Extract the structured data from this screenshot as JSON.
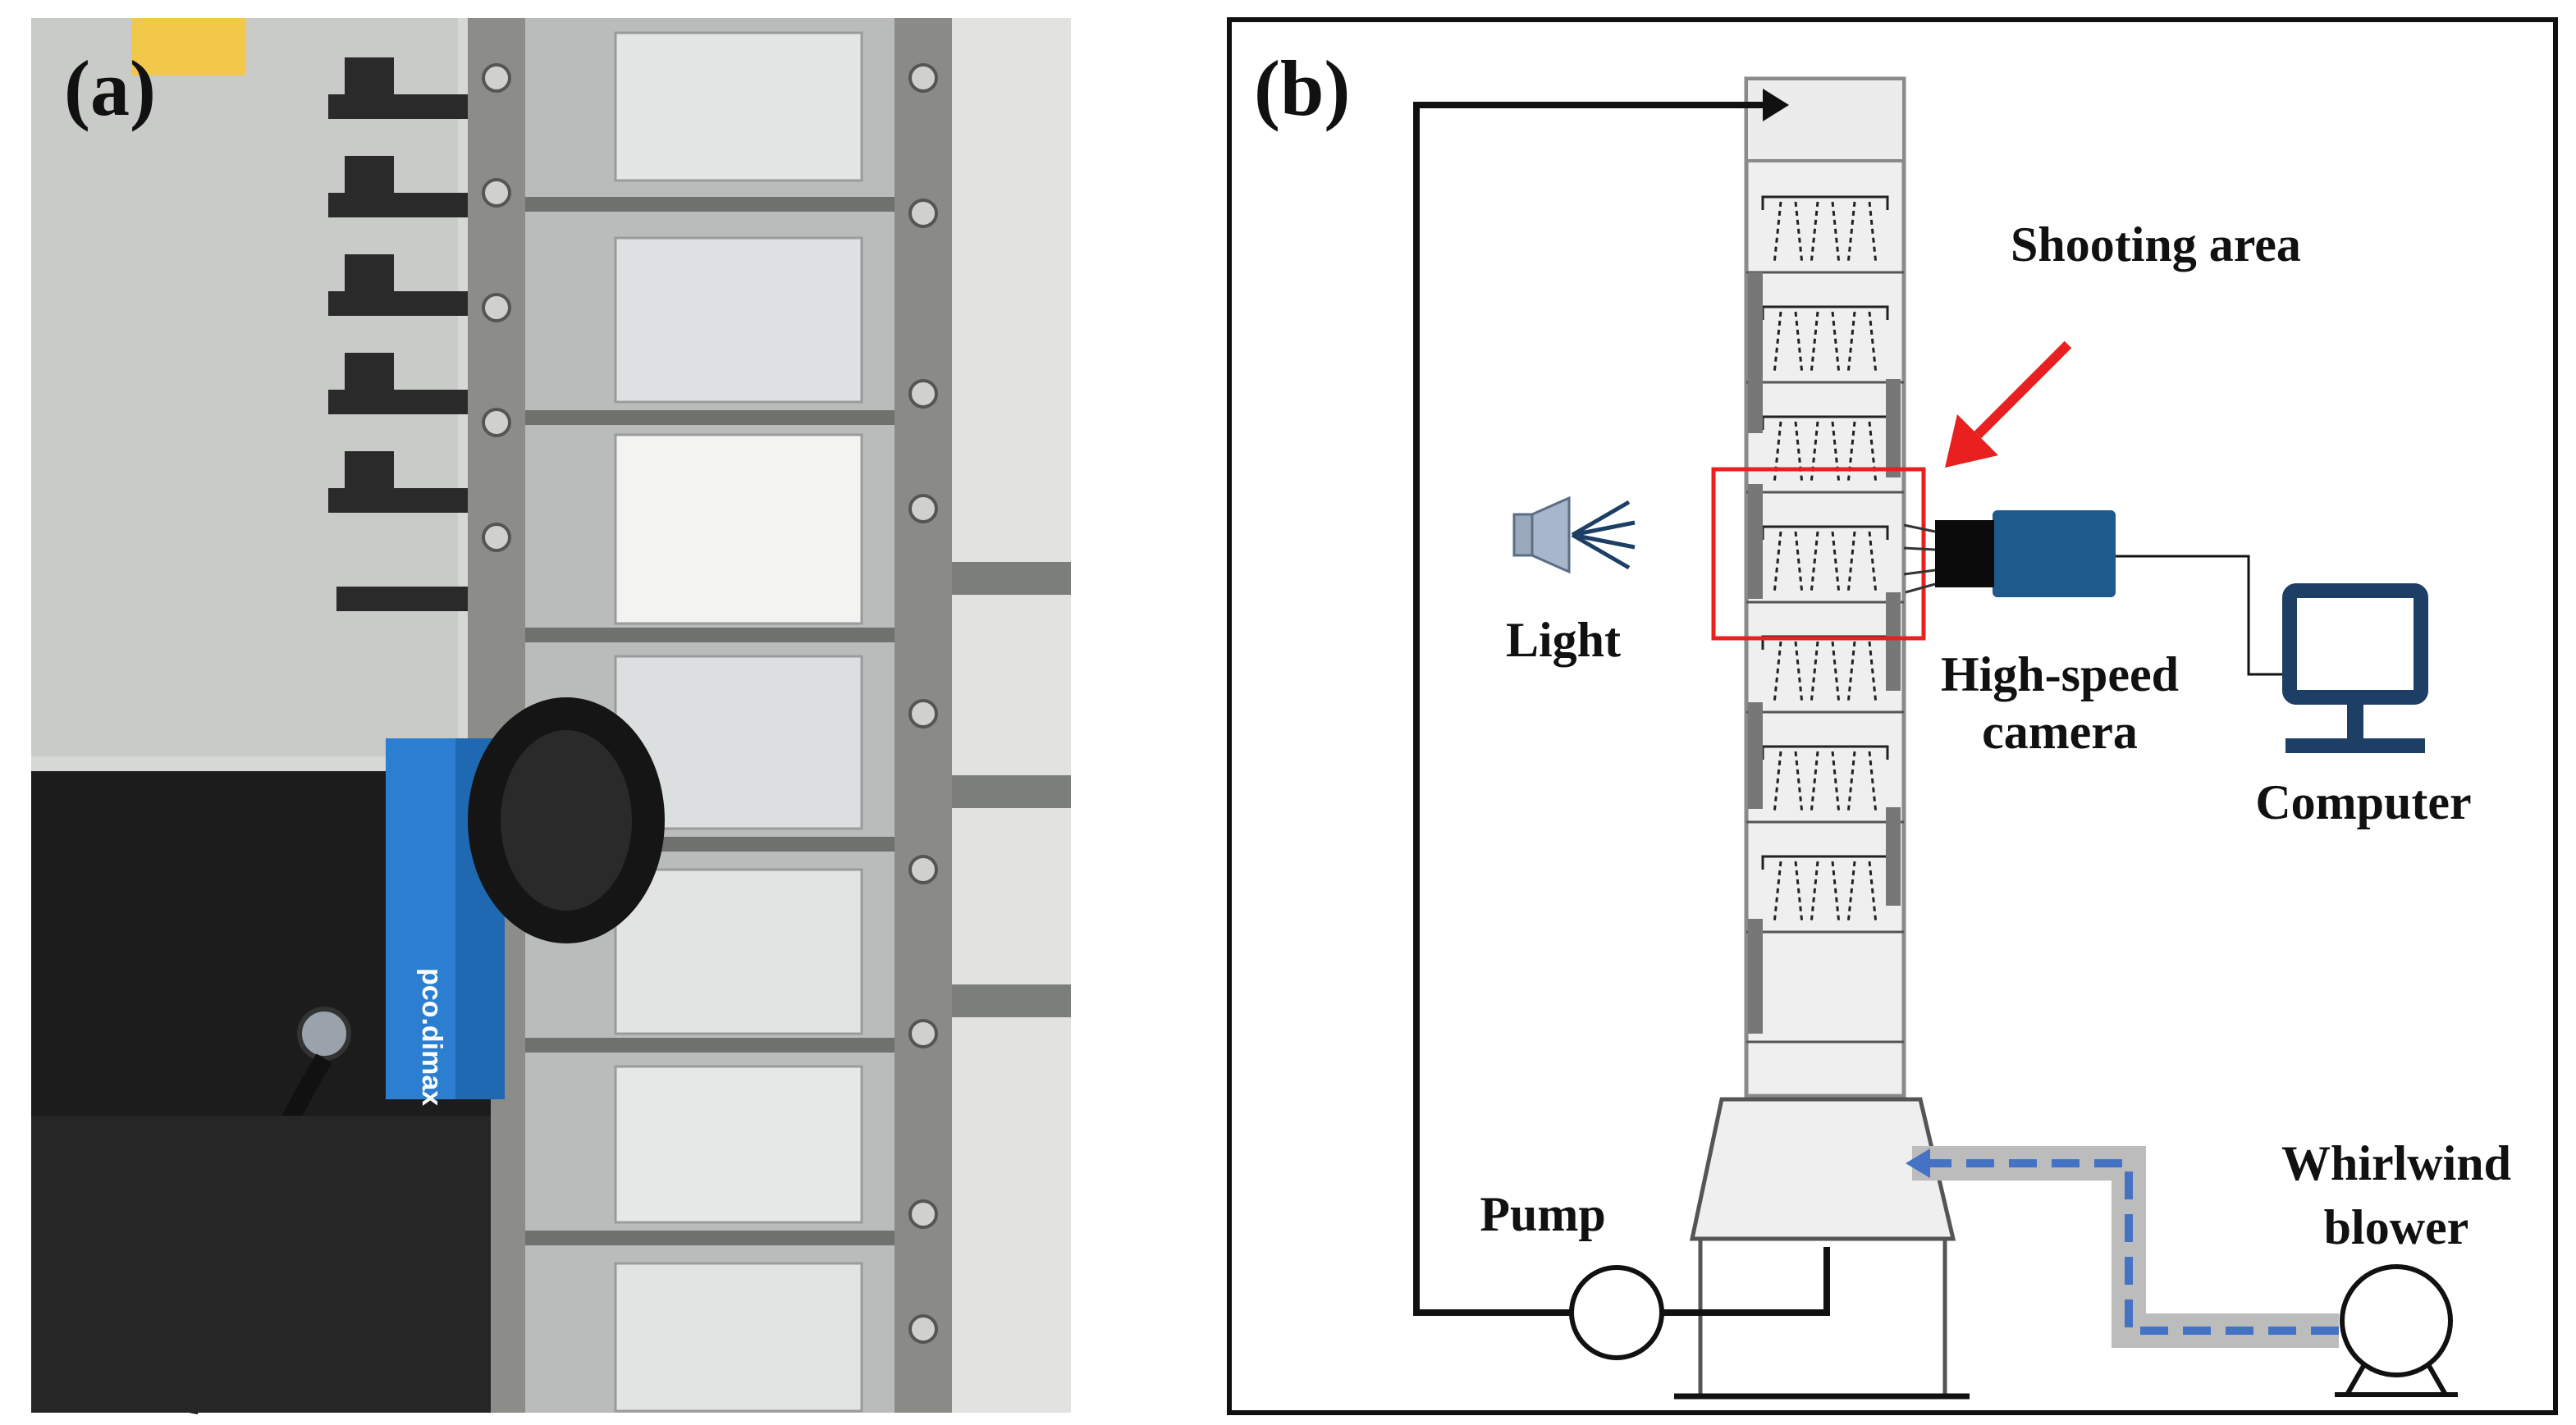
{
  "panel_a": {
    "label": "(a)",
    "camera_brand": "pco.dimax"
  },
  "panel_b": {
    "label": "(b)",
    "shooting_area": "Shooting area",
    "light": "Light",
    "camera_line1": "High-speed",
    "camera_line2": "camera",
    "computer": "Computer",
    "pump": "Pump",
    "blower_line1": "Whirlwind",
    "blower_line2": "blower"
  },
  "colors": {
    "red_highlight": "#e8201f",
    "camera_body": "#1f5a8c",
    "computer_outline": "#1d3f66",
    "air_flow": "#4472c4",
    "column_fill": "#efefef"
  }
}
